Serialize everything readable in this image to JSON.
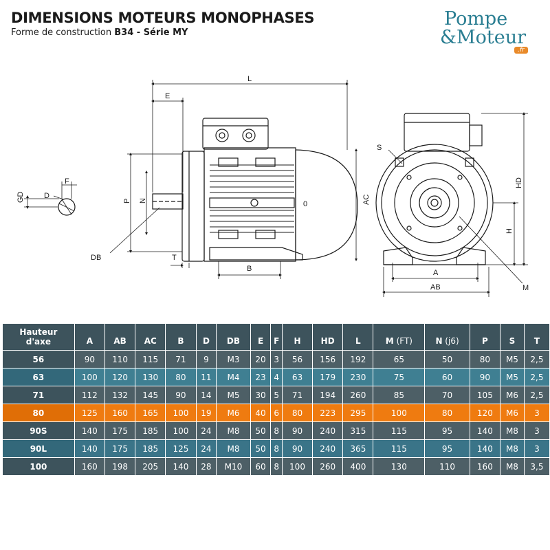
{
  "header": {
    "title": "DIMENSIONS MOTEURS MONOPHASES",
    "subtitle_prefix": "Forme de construction ",
    "subtitle_bold": "B34 - Série MY"
  },
  "logo": {
    "line1": "Pompe",
    "line2": "&Moteur",
    "suffix": ".fr"
  },
  "drawing_labels": {
    "L": "L",
    "E": "E",
    "S": "S",
    "AC": "AC",
    "P": "P",
    "N": "N",
    "O": "0",
    "DB": "DB",
    "T": "T",
    "B": "B",
    "GD": "GD",
    "D": "D",
    "F": "F",
    "HD": "HD",
    "H": "H",
    "A": "A",
    "AB": "AB",
    "M": "M"
  },
  "table": {
    "corner_label_1": "Hauteur",
    "corner_label_2": "d'axe",
    "columns": [
      {
        "label": "A"
      },
      {
        "label": "AB"
      },
      {
        "label": "AC"
      },
      {
        "label": "B"
      },
      {
        "label": "D"
      },
      {
        "label": "DB"
      },
      {
        "label": "E"
      },
      {
        "label": "F"
      },
      {
        "label": "H"
      },
      {
        "label": "HD"
      },
      {
        "label": "L"
      },
      {
        "label": "M",
        "sub": " (FT)"
      },
      {
        "label": "N",
        "sub": " (j6)"
      },
      {
        "label": "P"
      },
      {
        "label": "S"
      },
      {
        "label": "T"
      }
    ],
    "rows": [
      {
        "height": "56",
        "style": "dark",
        "cells": [
          "90",
          "110",
          "115",
          "71",
          "9",
          "M3",
          "20",
          "3",
          "56",
          "156",
          "192",
          "65",
          "50",
          "80",
          "M5",
          "2,5"
        ]
      },
      {
        "height": "63",
        "style": "blue",
        "cells": [
          "100",
          "120",
          "130",
          "80",
          "11",
          "M4",
          "23",
          "4",
          "63",
          "179",
          "230",
          "75",
          "60",
          "90",
          "M5",
          "2,5"
        ]
      },
      {
        "height": "71",
        "style": "dark",
        "cells": [
          "112",
          "132",
          "145",
          "90",
          "14",
          "M5",
          "30",
          "5",
          "71",
          "194",
          "260",
          "85",
          "70",
          "105",
          "M6",
          "2,5"
        ]
      },
      {
        "height": "80",
        "style": "orange",
        "cells": [
          "125",
          "160",
          "165",
          "100",
          "19",
          "M6",
          "40",
          "6",
          "80",
          "223",
          "295",
          "100",
          "80",
          "120",
          "M6",
          "3"
        ]
      },
      {
        "height": "90S",
        "style": "dark",
        "cells": [
          "140",
          "175",
          "185",
          "100",
          "24",
          "M8",
          "50",
          "8",
          "90",
          "240",
          "315",
          "115",
          "95",
          "140",
          "M8",
          "3"
        ]
      },
      {
        "height": "90L",
        "style": "blue2",
        "cells": [
          "140",
          "175",
          "185",
          "125",
          "24",
          "M8",
          "50",
          "8",
          "90",
          "240",
          "365",
          "115",
          "95",
          "140",
          "M8",
          "3"
        ]
      },
      {
        "height": "100",
        "style": "dark",
        "cells": [
          "160",
          "198",
          "205",
          "140",
          "28",
          "M10",
          "60",
          "8",
          "100",
          "260",
          "400",
          "130",
          "110",
          "160",
          "M8",
          "3,5"
        ]
      }
    ]
  }
}
